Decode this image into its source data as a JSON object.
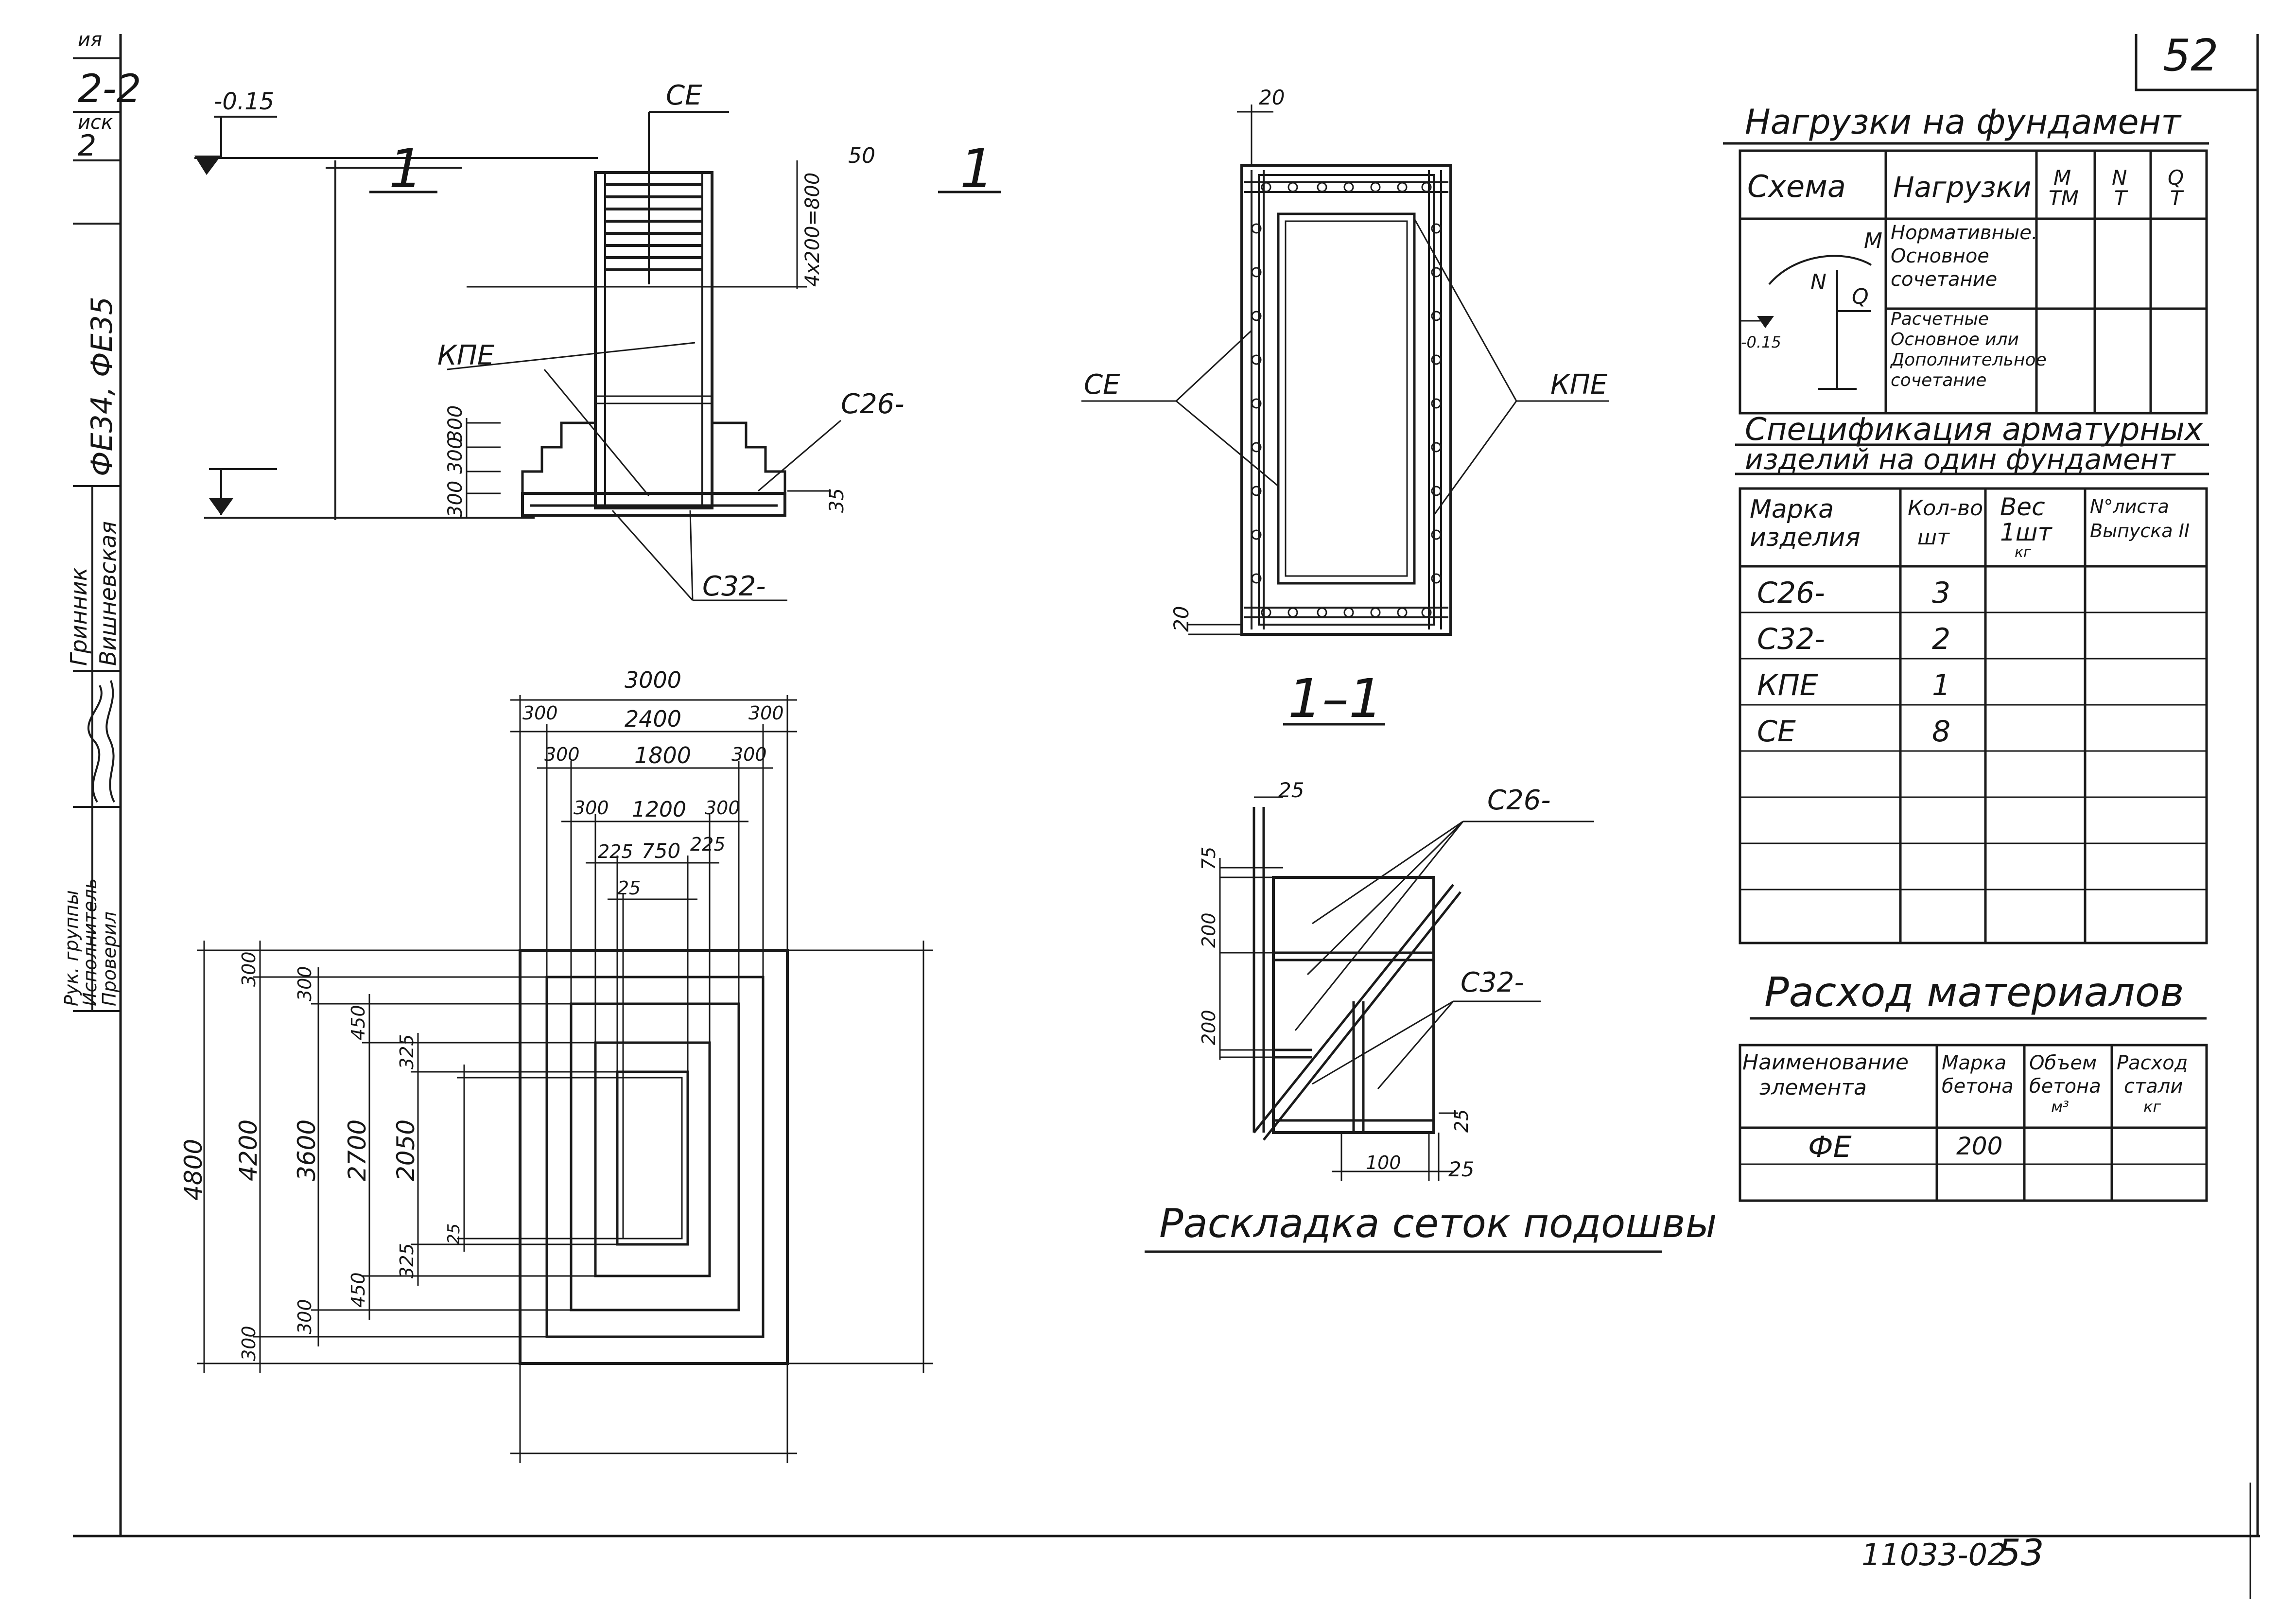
{
  "sheet": {
    "page_number": "52",
    "document_code": "11033-02",
    "sheet_number": "53"
  },
  "title_block": {
    "top_texts": [
      "ия",
      "2-2",
      "иск",
      "2"
    ],
    "roles": [
      "Рук. группы",
      "Исполнитель",
      "Проверил"
    ],
    "names": [
      "Гринник",
      "Вишневская"
    ],
    "marks": [
      "ФЕ34, ФЕ35"
    ]
  },
  "elevation": {
    "section_label": "1",
    "level_label": "-0.15",
    "labels": [
      "СЕ",
      "КПЕ",
      "С26-",
      "С32-"
    ],
    "dims": [
      "50",
      "4х200=800",
      "300",
      "300",
      "300",
      "35"
    ]
  },
  "plan": {
    "dims_top": [
      "3000",
      "300",
      "2400",
      "300",
      "300",
      "1800",
      "300",
      "300",
      "1200",
      "300",
      "225",
      "750",
      "225",
      "25"
    ],
    "dims_left": [
      "4800",
      "300",
      "4200",
      "300",
      "3600",
      "450",
      "2700",
      "325",
      "2050",
      "25",
      "325",
      "450",
      "300",
      "300"
    ]
  },
  "section_1_1": {
    "title": "1–1",
    "labels": [
      "СЕ",
      "КПЕ"
    ],
    "dims": [
      "20",
      "20"
    ]
  },
  "mesh_layout": {
    "title": "Раскладка сеток подошвы",
    "labels": [
      "С26-",
      "С32-"
    ],
    "dims": [
      "25",
      "75",
      "200",
      "200",
      "25",
      "100",
      "25"
    ]
  },
  "loads": {
    "title": "Нагрузки на фундамент",
    "headers": [
      "Схема",
      "Нагрузки",
      "М\nТМ",
      "N\nТ",
      "Q\nТ"
    ],
    "rows": [
      [
        "Нормативные.\nОсновное\nсочетание"
      ],
      [
        "Расчетные\nОсновное или\nДополнительное\nсочетание"
      ]
    ],
    "scheme": {
      "labels": [
        "M",
        "N",
        "Q",
        "-0.15"
      ]
    }
  },
  "spec": {
    "title_line1": "Спецификация арматурных",
    "title_line2": "изделий на один фундамент",
    "headers": [
      "Марка\nизделия",
      "Кол-во\nшт",
      "Вес\n1шт\nкг",
      "N°листа\nВыпуска II"
    ],
    "rows": [
      [
        "С26-",
        "3"
      ],
      [
        "С32-",
        "2"
      ],
      [
        "КПЕ",
        "1"
      ],
      [
        "СЕ",
        "8"
      ]
    ]
  },
  "materials": {
    "title": "Расход материалов",
    "headers": [
      "Наименование\nэлемента",
      "Марка\nбетона",
      "Объем\nбетона\nм³",
      "Расход\nстали\nкг"
    ],
    "rows": [
      [
        "ФЕ",
        "200"
      ]
    ]
  }
}
